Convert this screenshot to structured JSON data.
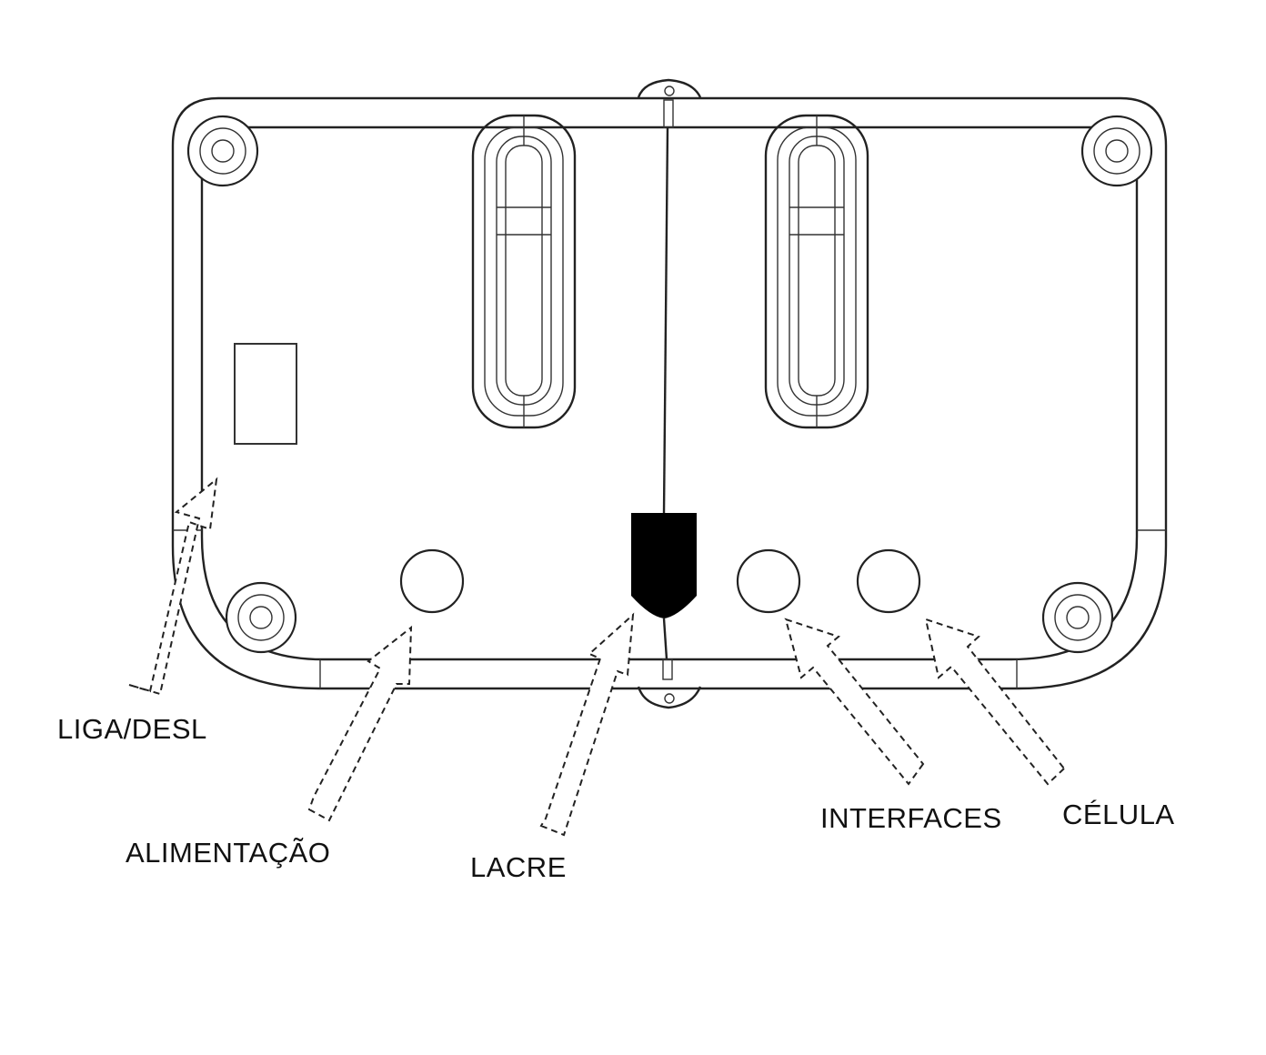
{
  "labels": {
    "power_switch": "LIGA/DESL",
    "power_supply": "ALIMENTAÇÃO",
    "seal": "LACRE",
    "interfaces": "INTERFACES",
    "cell": "CÉLULA"
  },
  "colors": {
    "line": "#222222",
    "seal_fill": "#000000",
    "background": "#ffffff"
  }
}
